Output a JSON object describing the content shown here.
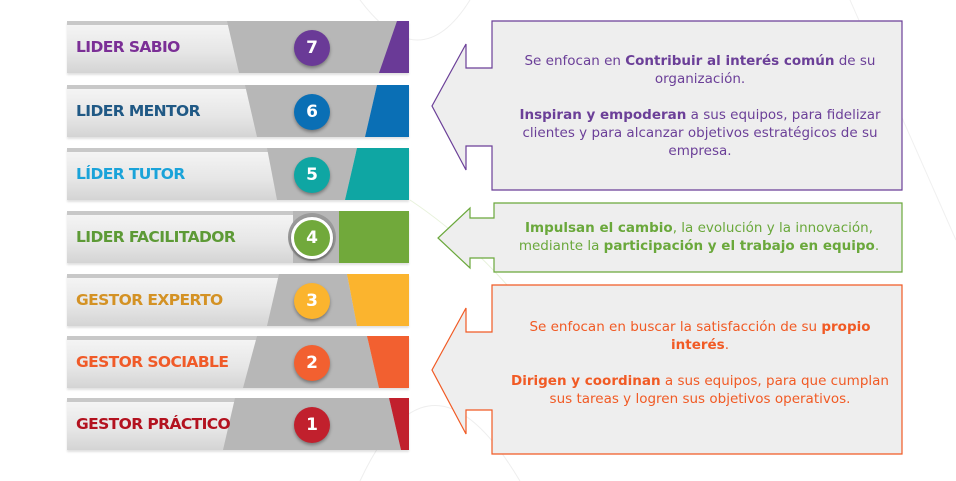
{
  "levels": [
    {
      "number": "7",
      "label": "LIDER SABIO",
      "color": "#6a3a97",
      "text_color": "#7b2f96"
    },
    {
      "number": "6",
      "label": "LIDER MENTOR",
      "color": "#0a6fb5",
      "text_color": "#205985"
    },
    {
      "number": "5",
      "label": "LÍDER TUTOR",
      "color": "#0fa6a3",
      "text_color": "#1aa3d9"
    },
    {
      "number": "4",
      "label": "LIDER FACILITADOR",
      "color": "#71a93b",
      "text_color": "#5d9a36"
    },
    {
      "number": "3",
      "label": "GESTOR EXPERTO",
      "color": "#fbb42e",
      "text_color": "#d49224"
    },
    {
      "number": "2",
      "label": "GESTOR SOCIABLE",
      "color": "#f26030",
      "text_color": "#f05a28"
    },
    {
      "number": "1",
      "label": "GESTOR PRÁCTICO",
      "color": "#c1202d",
      "text_color": "#b3121f"
    }
  ],
  "callouts": {
    "top": {
      "color": "#6b3f98",
      "p1": {
        "t1": "Se enfocan en ",
        "b1": "Contribuir al interés común",
        "t2": " de su organización."
      },
      "p2": {
        "b1": "Inspiran y empoderan",
        "t1": " a sus equipos, para fidelizar clientes y para alcanzar objetivos estratégicos de su empresa."
      }
    },
    "middle": {
      "color": "#6aa83b",
      "p1": {
        "b1": "Impulsan el cambio",
        "t1": ", la evolución y la  innovación, mediante la ",
        "b2": "participación y el trabajo en equipo",
        "t2": "."
      }
    },
    "bottom": {
      "color": "#f15a24",
      "p1": {
        "t1": "Se enfocan en buscar la satisfacción de su ",
        "b1": "propio interés",
        "t2": "."
      },
      "p2": {
        "b1": "Dirigen y coordinan",
        "t1": " a sus equipos, para que cumplan sus tareas y logren sus objetivos operativos."
      }
    }
  }
}
